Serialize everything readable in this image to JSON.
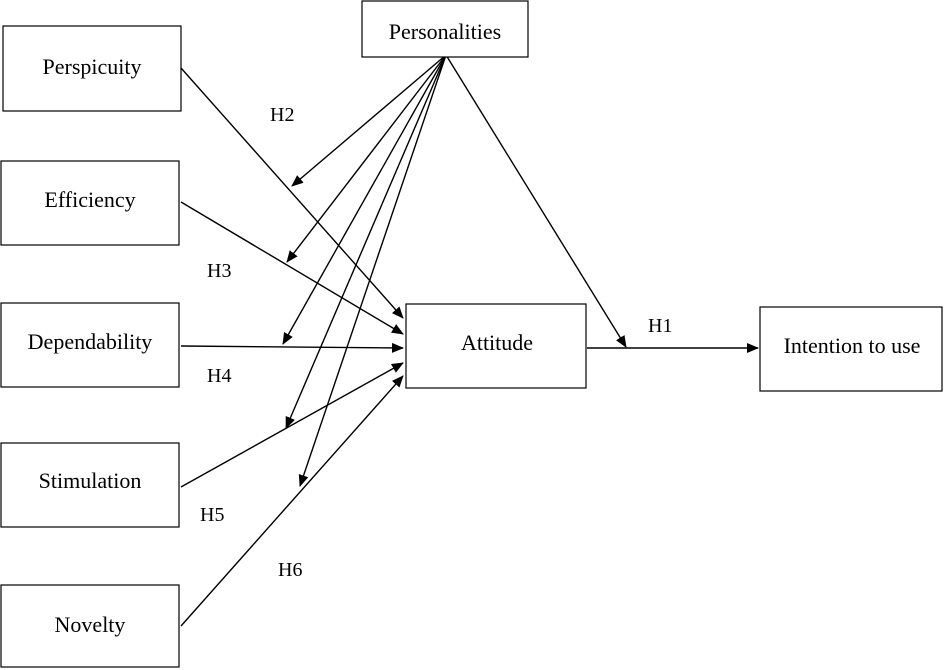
{
  "nodes": {
    "perspicuity": "Perspicuity",
    "efficiency": "Efficiency",
    "dependability": "Dependability",
    "stimulation": "Stimulation",
    "novelty": "Novelty",
    "personalities": "Personalities",
    "attitude": "Attitude",
    "intention": "Intention to use"
  },
  "hypotheses": {
    "h1": "H1",
    "h2": "H2",
    "h3": "H3",
    "h4": "H4",
    "h5": "H5",
    "h6": "H6"
  },
  "edges": [
    {
      "from": "perspicuity",
      "to": "attitude"
    },
    {
      "from": "efficiency",
      "to": "attitude"
    },
    {
      "from": "dependability",
      "to": "attitude"
    },
    {
      "from": "stimulation",
      "to": "attitude"
    },
    {
      "from": "novelty",
      "to": "attitude"
    },
    {
      "from": "attitude",
      "to": "intention"
    },
    {
      "from": "personalities",
      "to": "h1-edge"
    },
    {
      "from": "personalities",
      "to": "h2-edge"
    },
    {
      "from": "personalities",
      "to": "h3-edge"
    },
    {
      "from": "personalities",
      "to": "h4-edge"
    },
    {
      "from": "personalities",
      "to": "h5-edge"
    },
    {
      "from": "personalities",
      "to": "h6-edge"
    }
  ]
}
